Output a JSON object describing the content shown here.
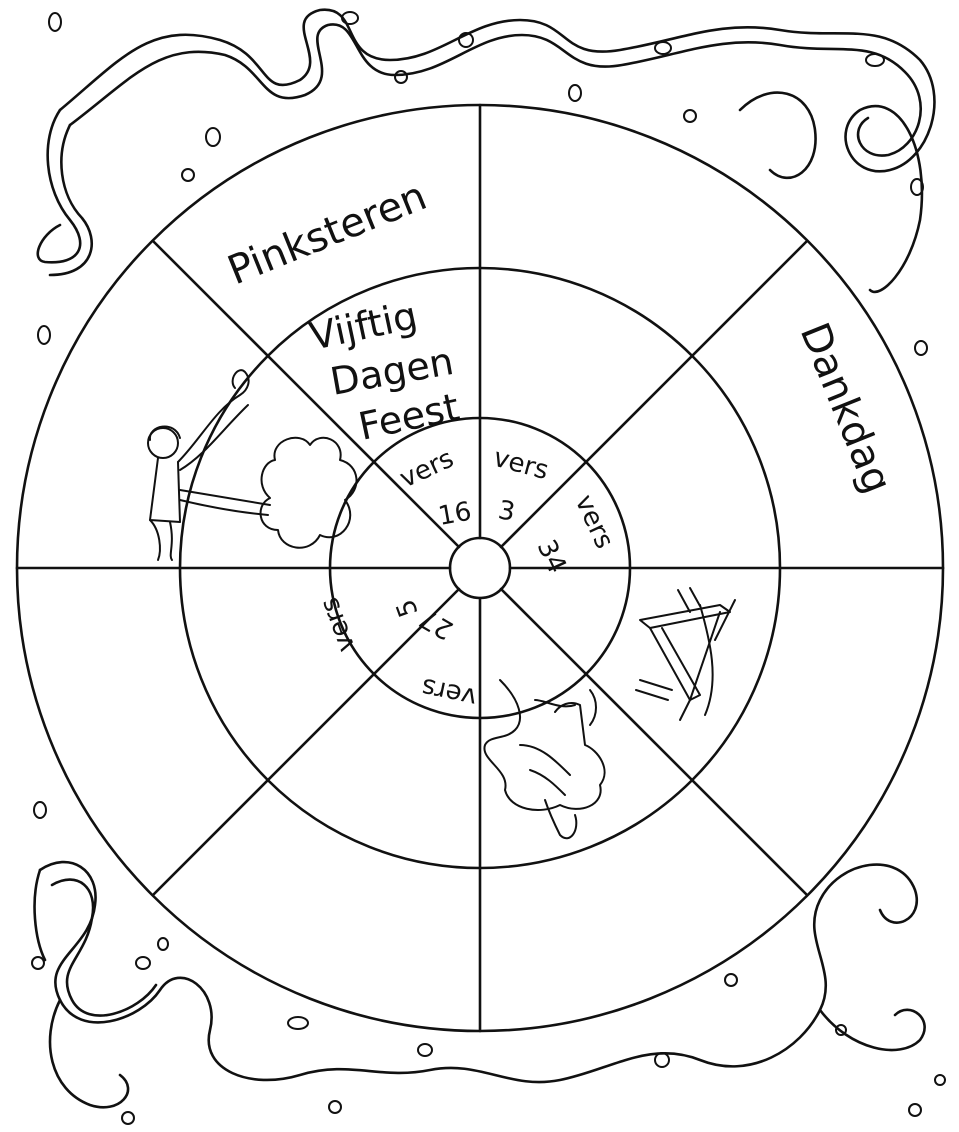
{
  "colors": {
    "ink": "#111111",
    "paper": "#ffffff"
  },
  "wheel": {
    "outer_labels": {
      "pentecost": "Pinksteren",
      "thanksgiving": "Dankdag"
    },
    "middle_label": {
      "line1": "Vijftig",
      "line2": "Dagen",
      "line3": "Feest"
    },
    "verses": [
      {
        "word": "vers",
        "number": "16"
      },
      {
        "word": "vers",
        "number": "3"
      },
      {
        "word": "vers",
        "number": "34"
      },
      {
        "word": "vers",
        "number": "5"
      },
      {
        "word": "vers",
        "number": "27"
      }
    ]
  },
  "illustrations": [
    "woman-dancing",
    "bush",
    "shaking-hands",
    "manger"
  ]
}
